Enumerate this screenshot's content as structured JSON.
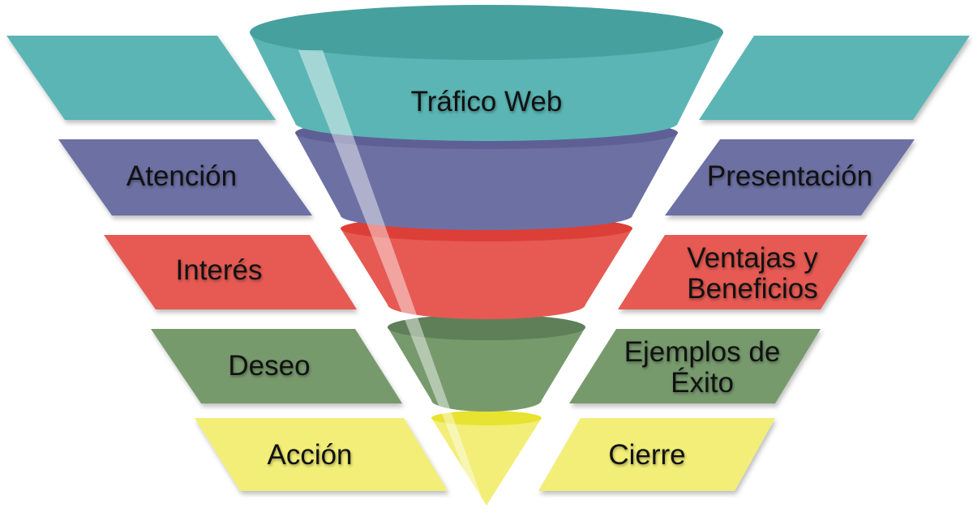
{
  "funnel": {
    "stages": [
      {
        "id": "traffic",
        "left": "",
        "center": "Tráfico Web",
        "right": "",
        "color": "#5BB5B5",
        "top_color": "#46A09E"
      },
      {
        "id": "attention",
        "left": "Atención",
        "center": "",
        "right": "Presentación",
        "color": "#6D70A3",
        "top_color": "#5E6095"
      },
      {
        "id": "interest",
        "left": "Interés",
        "center": "",
        "right": "Ventajas y Beneficios",
        "color": "#E65A53",
        "top_color": "#DC3F37"
      },
      {
        "id": "desire",
        "left": "Deseo",
        "center": "",
        "right": "Ejemplos de Éxito",
        "color": "#779A6D",
        "top_color": "#5F7F58"
      },
      {
        "id": "action",
        "left": "Acción",
        "center": "",
        "right": "Cierre",
        "color": "#F2EE78",
        "top_color": "#E8E230"
      }
    ]
  }
}
